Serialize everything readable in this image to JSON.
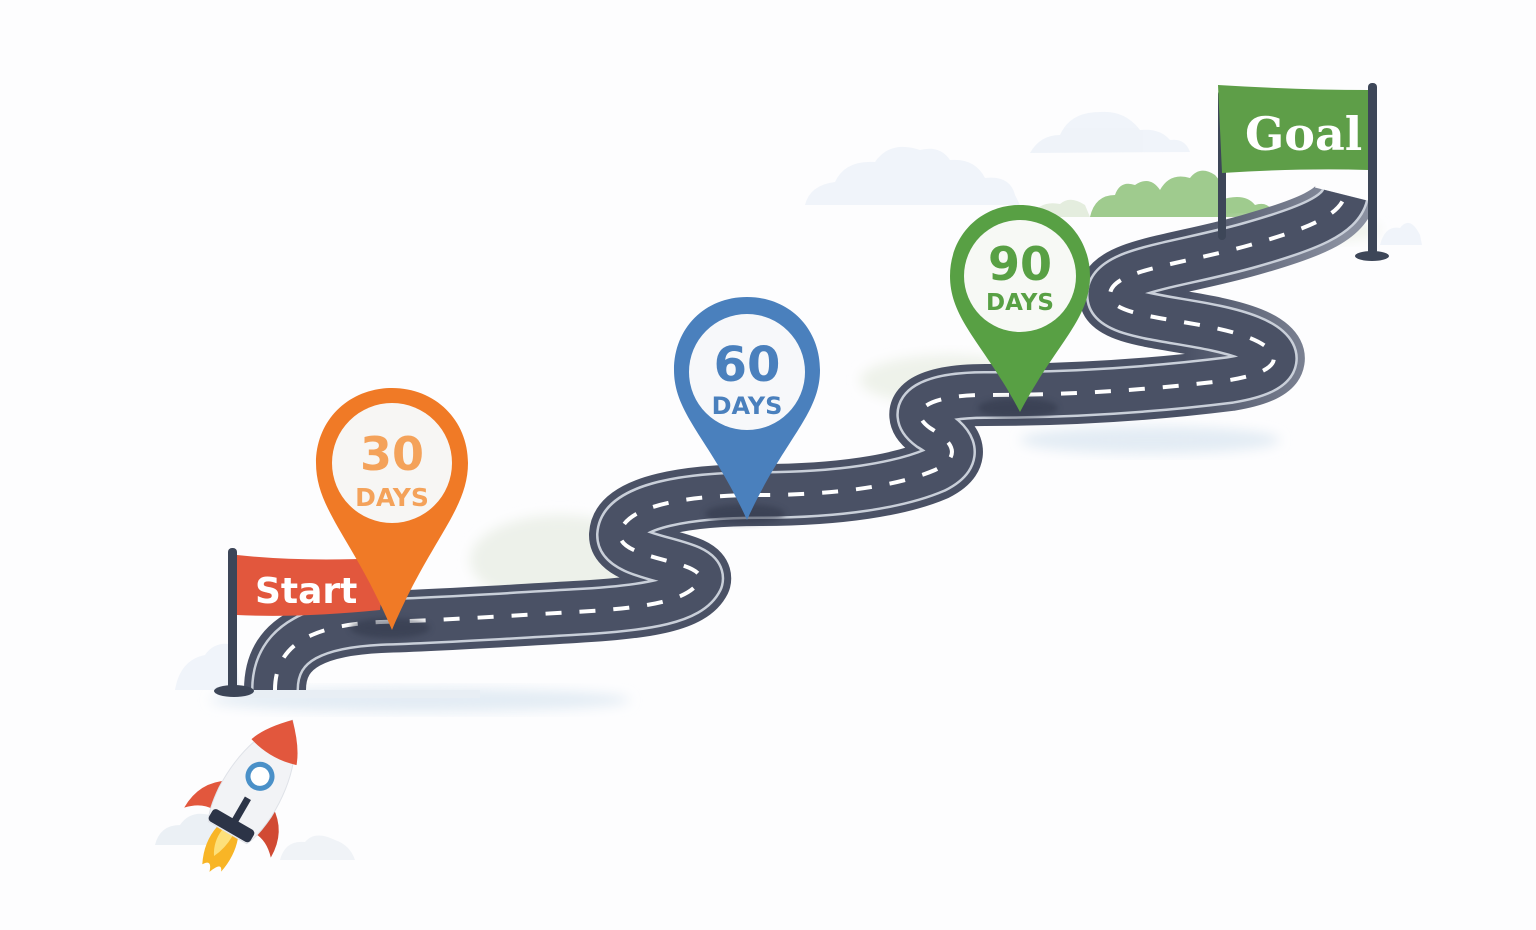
{
  "scene": {
    "title": "Road to goal roadmap",
    "background": "#fdfdfe"
  },
  "flags": {
    "start": {
      "label": "Start",
      "color": "#e2573d"
    },
    "goal": {
      "label": "Goal",
      "color": "#5e9e48"
    }
  },
  "milestones": [
    {
      "number": "30",
      "unit": "DAYS",
      "color": "#f07a26",
      "text_color": "#f4a25a"
    },
    {
      "number": "60",
      "unit": "DAYS",
      "color": "#4a80bd",
      "text_color": "#4a80bd"
    },
    {
      "number": "90",
      "unit": "DAYS",
      "color": "#58a044",
      "text_color": "#58a044"
    }
  ],
  "road": {
    "asphalt_color": "#4a5165",
    "edge_line_color": "#c9cfd9",
    "center_dash_color": "#ffffff"
  },
  "icons": {
    "rocket": "rocket-icon",
    "clouds": "cloud-icon",
    "bushes": "bush-icon"
  }
}
